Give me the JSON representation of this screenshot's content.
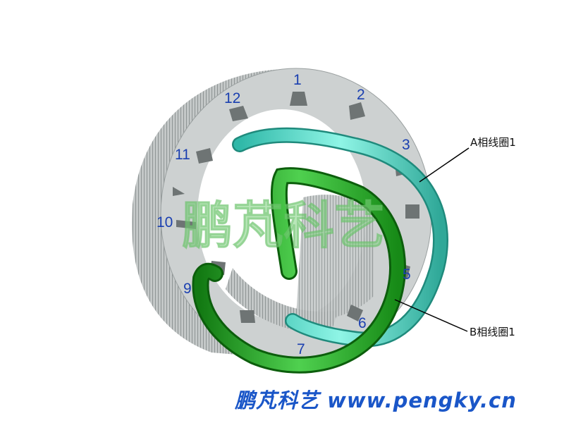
{
  "slot_numbers": [
    "1",
    "2",
    "3",
    "5",
    "6",
    "7",
    "9",
    "10",
    "11",
    "12"
  ],
  "labels": {
    "coil_a": "A相线圈1",
    "coil_b": "B相线圈1"
  },
  "watermark": "鹏芃科艺",
  "footer": "鹏芃科艺 www.pengky.cn",
  "colors": {
    "stator": "#c8cccc",
    "coil_a": "#5fe0cc",
    "coil_b": "#2aa82a",
    "text_blue": "#1a3fb0"
  }
}
